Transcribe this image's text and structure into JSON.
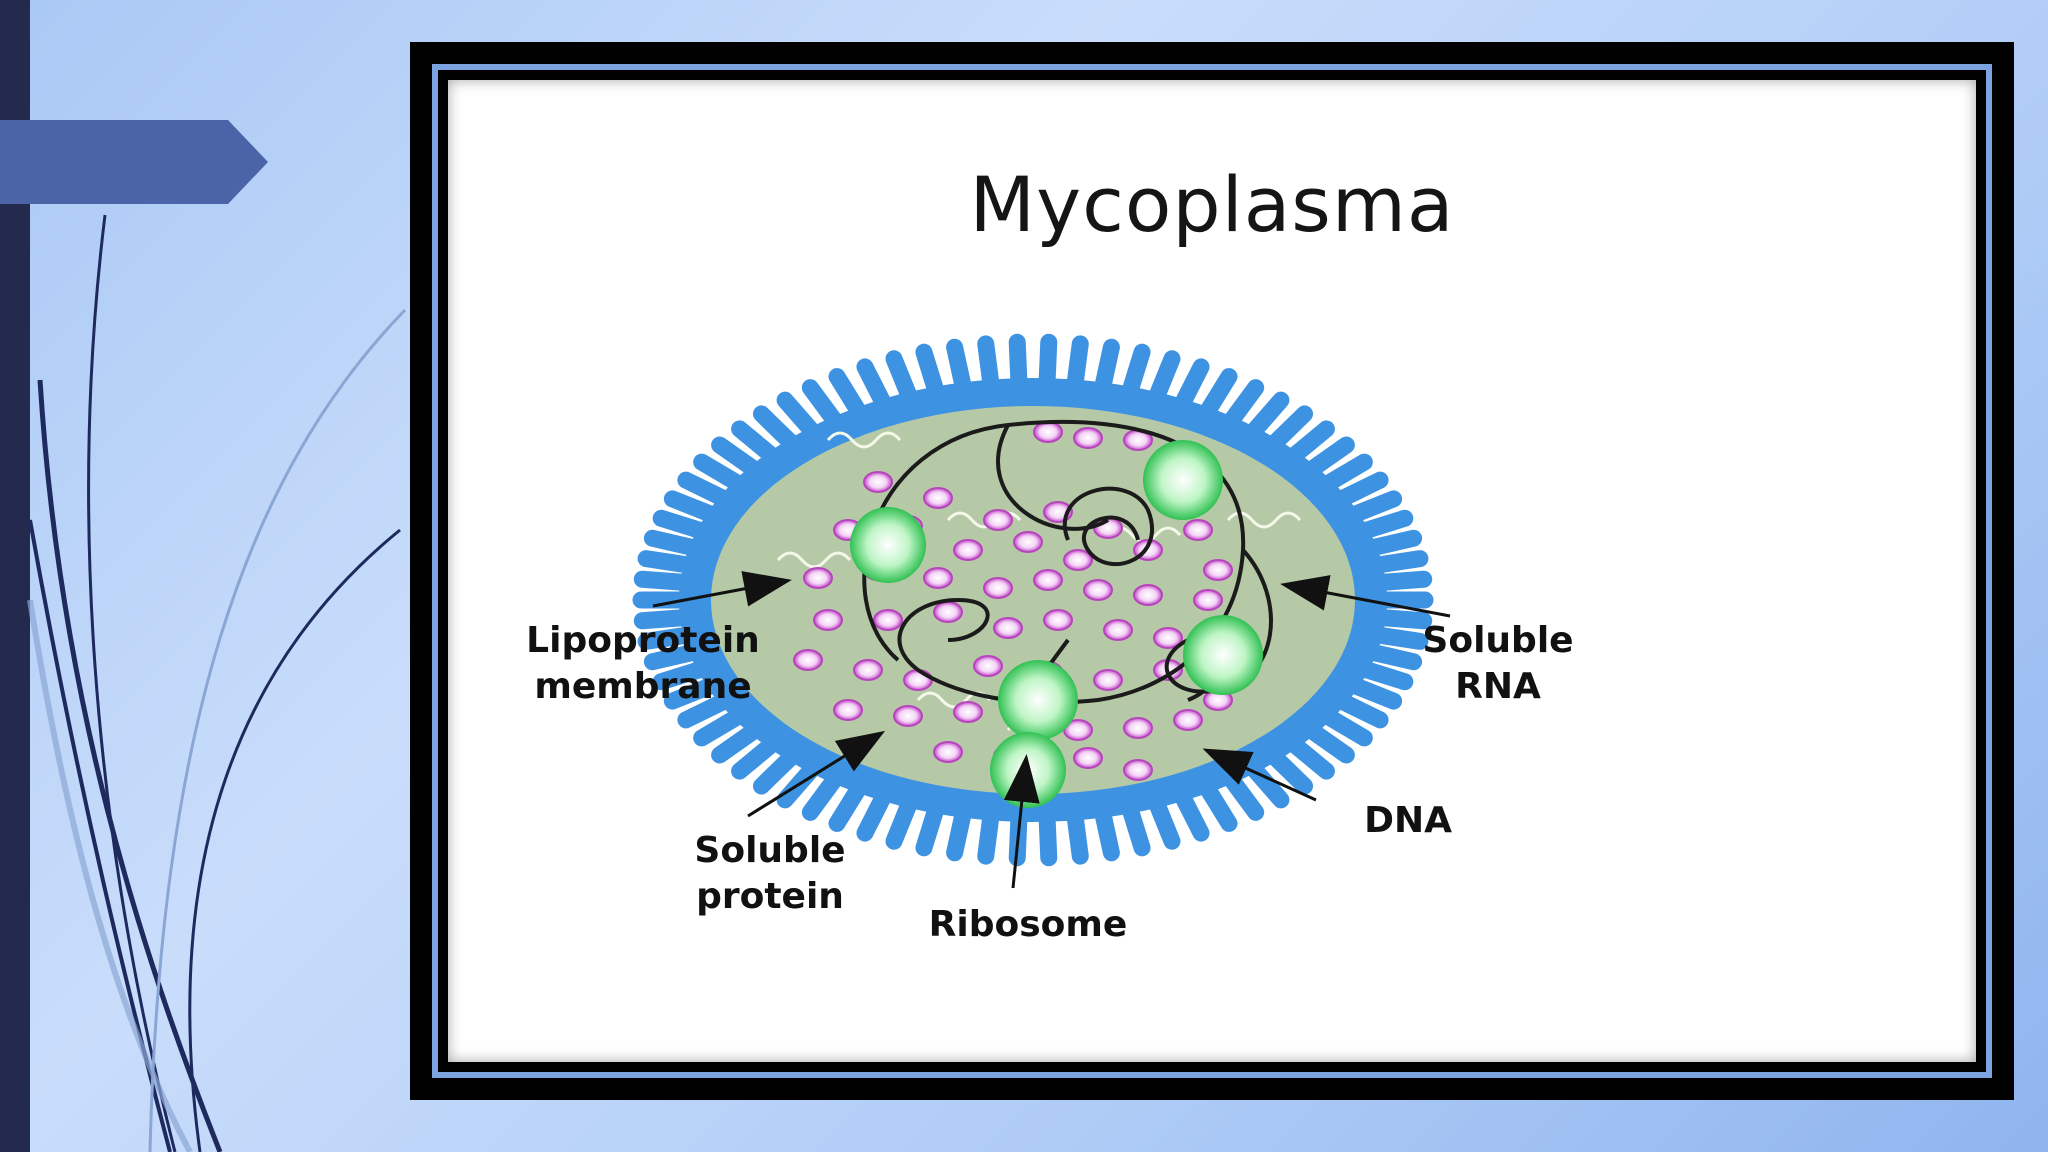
{
  "diagram": {
    "title": "Mycoplasma",
    "labels": {
      "lipoprotein_membrane": [
        "Lipoprotein",
        "membrane"
      ],
      "soluble_protein": [
        "Soluble",
        "protein"
      ],
      "ribosome": "Ribosome",
      "dna": "DNA",
      "soluble_rna": [
        "Soluble",
        "RNA"
      ]
    }
  },
  "colors": {
    "sidebar": "#232a4e",
    "tab": "#4b64a8",
    "membrane": "#3d93e2",
    "cytoplasm": "#b6c9a6",
    "protein": "#d46bd6",
    "ribosome": "#3ec95a"
  }
}
